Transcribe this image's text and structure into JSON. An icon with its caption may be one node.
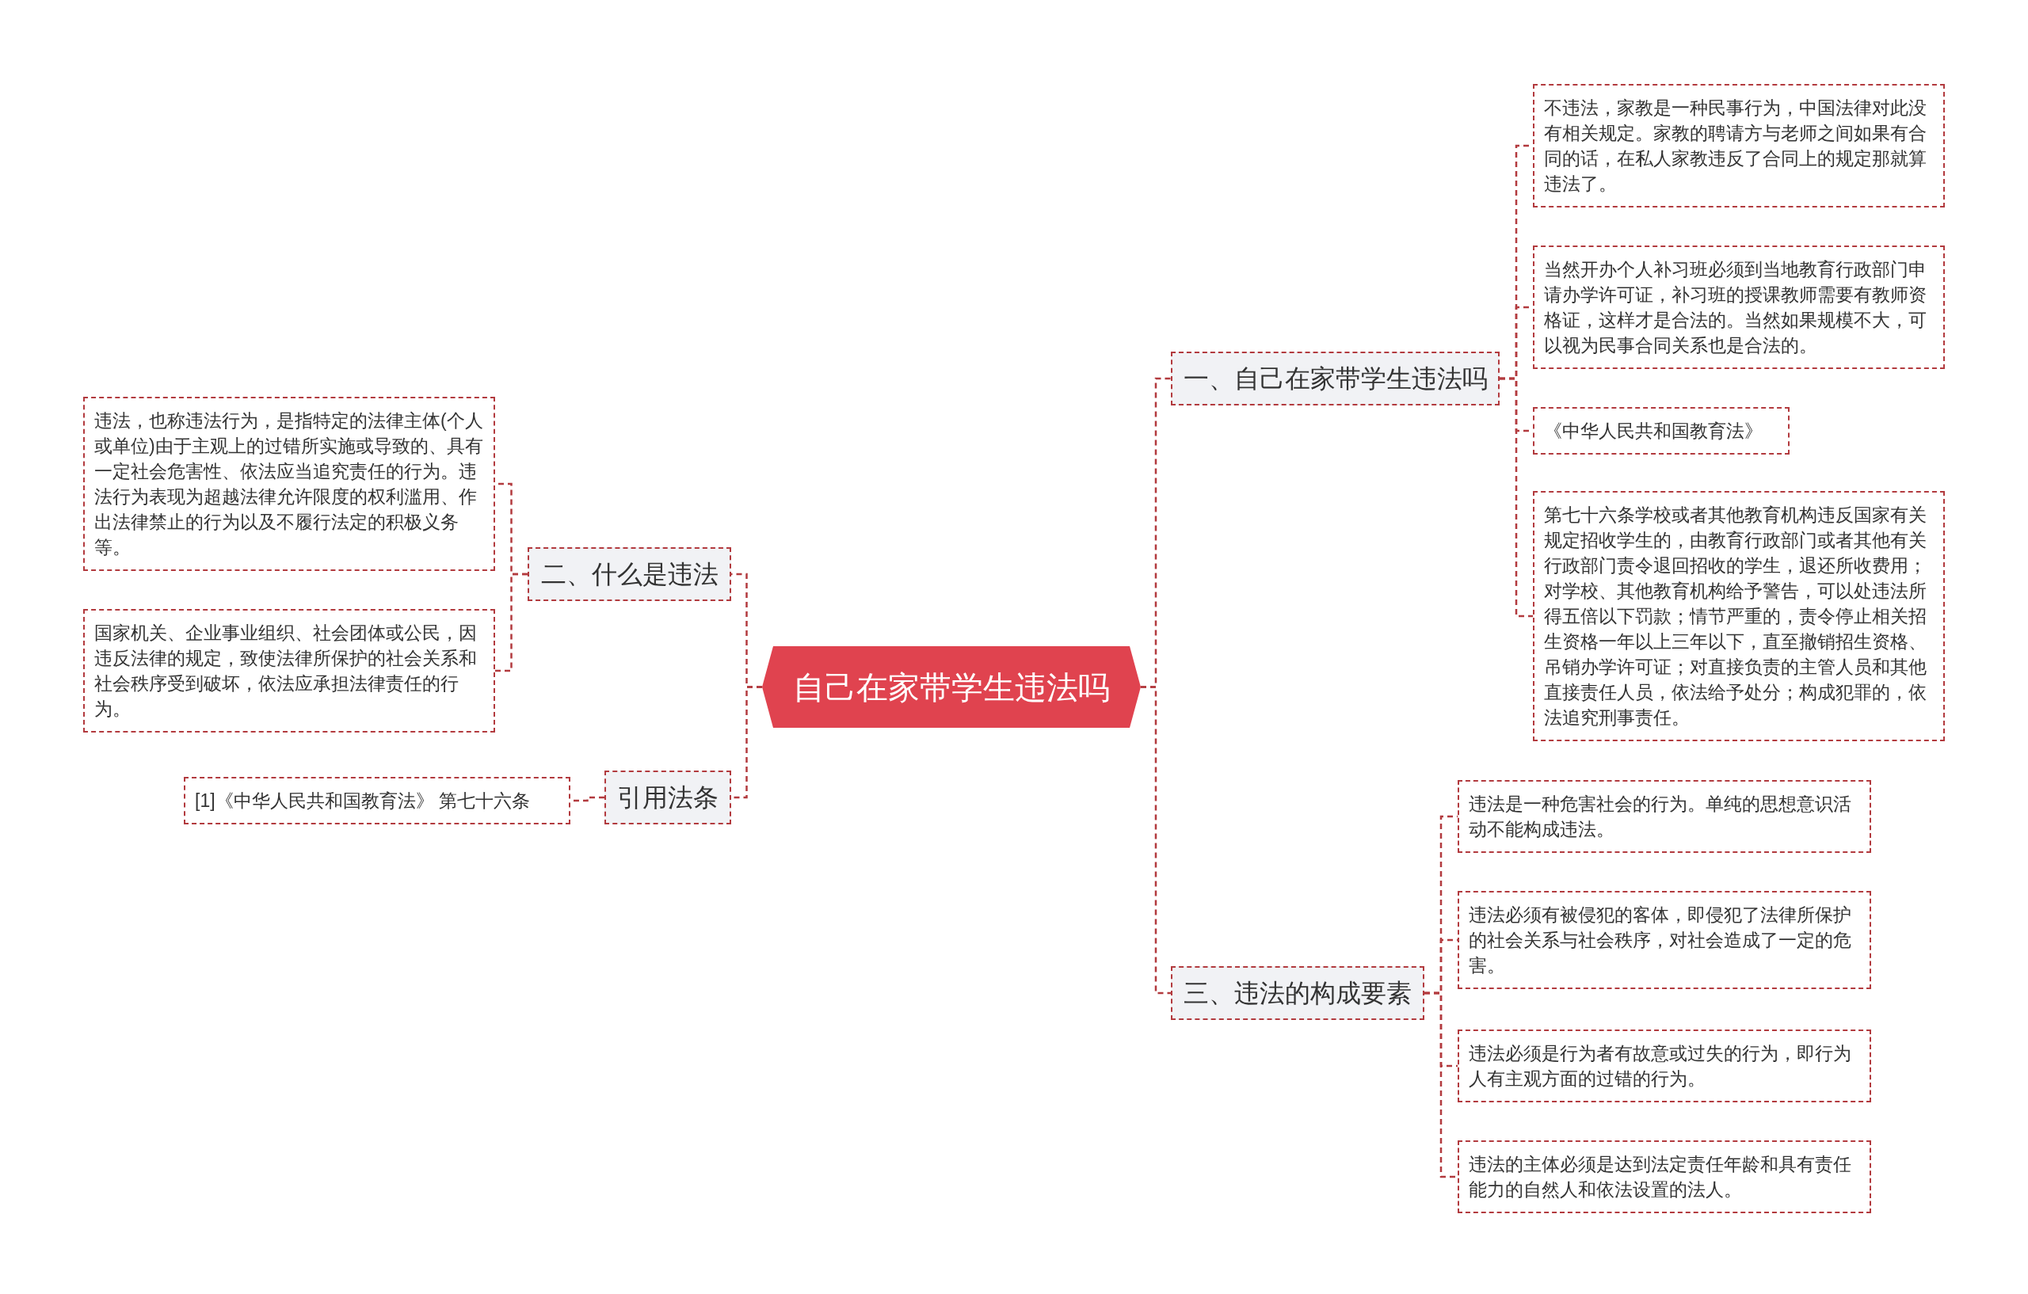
{
  "diagram": {
    "nodes": [
      {
        "text": [
          "自己在家带学生违法吗"
        ]
      },
      {
        "text": [
          "一、自己在家带学生违法吗"
        ]
      },
      {
        "text": [
          "不违法，家教是一种民事行为，中国法律对此没有相关规定。家教的聘请方与老师之间如果有合同的话，在私人家教违反了合同上的规定那就算违法了。"
        ]
      },
      {
        "text": [
          "当然开办个人补习班必须到当地教育行政部门申请办学许可证，补习班的授课教师需要有教师资格证，这样才是合法的。当然如果规模不大，可以视为民事合同关系也是合法的。"
        ]
      },
      {
        "text": [
          "《中华人民共和国教育法》"
        ]
      },
      {
        "text": [
          "第七十六条学校或者其他教育机构违反国家有关规定招收学生的，由教育行政部门或者其他有关行政部门责令退回招收的学生，退还所收费用；对学校、其他教育机构给予警告，可以处违法所得五倍以下罚款；情节严重的，责令停止相关招生资格一年以上三年以下，直至撤销招生资格、吊销办学许可证；对直接负责的主管人员和其他直接责任人员，依法给予处分；构成犯罪的，依法追究刑事责任。"
        ]
      },
      {
        "text": [
          "二、什么是违法"
        ]
      },
      {
        "text": [
          "违法，也称违法行为，是指特定的法律主体(个人或单位)由于主观上的过错所实施或导致的、具有一定社会危害性、依法应当追究责任的行为。违法行为表现为超越法律允许限度的权利滥用、作出法律禁止的行为以及不履行法定的积极义务等。"
        ]
      },
      {
        "text": [
          "国家机关、企业事业组织、社会团体或公民，因违反法律的规定，致使法律所保护的社会关系和社会秩序受到破坏，依法应承担法律责任的行为。"
        ]
      },
      {
        "text": [
          "引用法条"
        ]
      },
      {
        "text": [
          "[1]《中华人民共和国教育法》 第七十六条"
        ]
      },
      {
        "text": [
          "三、违法的构成要素"
        ]
      },
      {
        "text": [
          "违法是一种危害社会的行为。单纯的思想意识活动不能构成违法。"
        ]
      },
      {
        "text": [
          "违法必须有被侵犯的客体，即侵犯了法律所保护的社会关系与社会秩序，对社会造成了一定的危害。"
        ]
      },
      {
        "text": [
          "违法必须是行为者有故意或过失的行为，即行为人有主观方面的过错的行为。"
        ]
      },
      {
        "text": [
          "违法的主体必须是达到法定责任年龄和具有责任能力的自然人和依法设置的法人。"
        ]
      }
    ],
    "edges": [
      {
        "from": 0,
        "to": 1,
        "arrow": "none"
      },
      {
        "from": 1,
        "to": 2,
        "arrow": "none"
      },
      {
        "from": 1,
        "to": 3,
        "arrow": "none"
      },
      {
        "from": 1,
        "to": 4,
        "arrow": "none"
      },
      {
        "from": 1,
        "to": 5,
        "arrow": "none"
      },
      {
        "from": 0,
        "to": 6,
        "arrow": "none"
      },
      {
        "from": 6,
        "to": 7,
        "arrow": "none"
      },
      {
        "from": 6,
        "to": 8,
        "arrow": "none"
      },
      {
        "from": 0,
        "to": 9,
        "arrow": "none"
      },
      {
        "from": 9,
        "to": 10,
        "arrow": "none"
      },
      {
        "from": 0,
        "to": 11,
        "arrow": "none"
      },
      {
        "from": 11,
        "to": 12,
        "arrow": "none"
      },
      {
        "from": 11,
        "to": 13,
        "arrow": "none"
      },
      {
        "from": 11,
        "to": 14,
        "arrow": "none"
      },
      {
        "from": 11,
        "to": 15,
        "arrow": "none"
      }
    ]
  }
}
